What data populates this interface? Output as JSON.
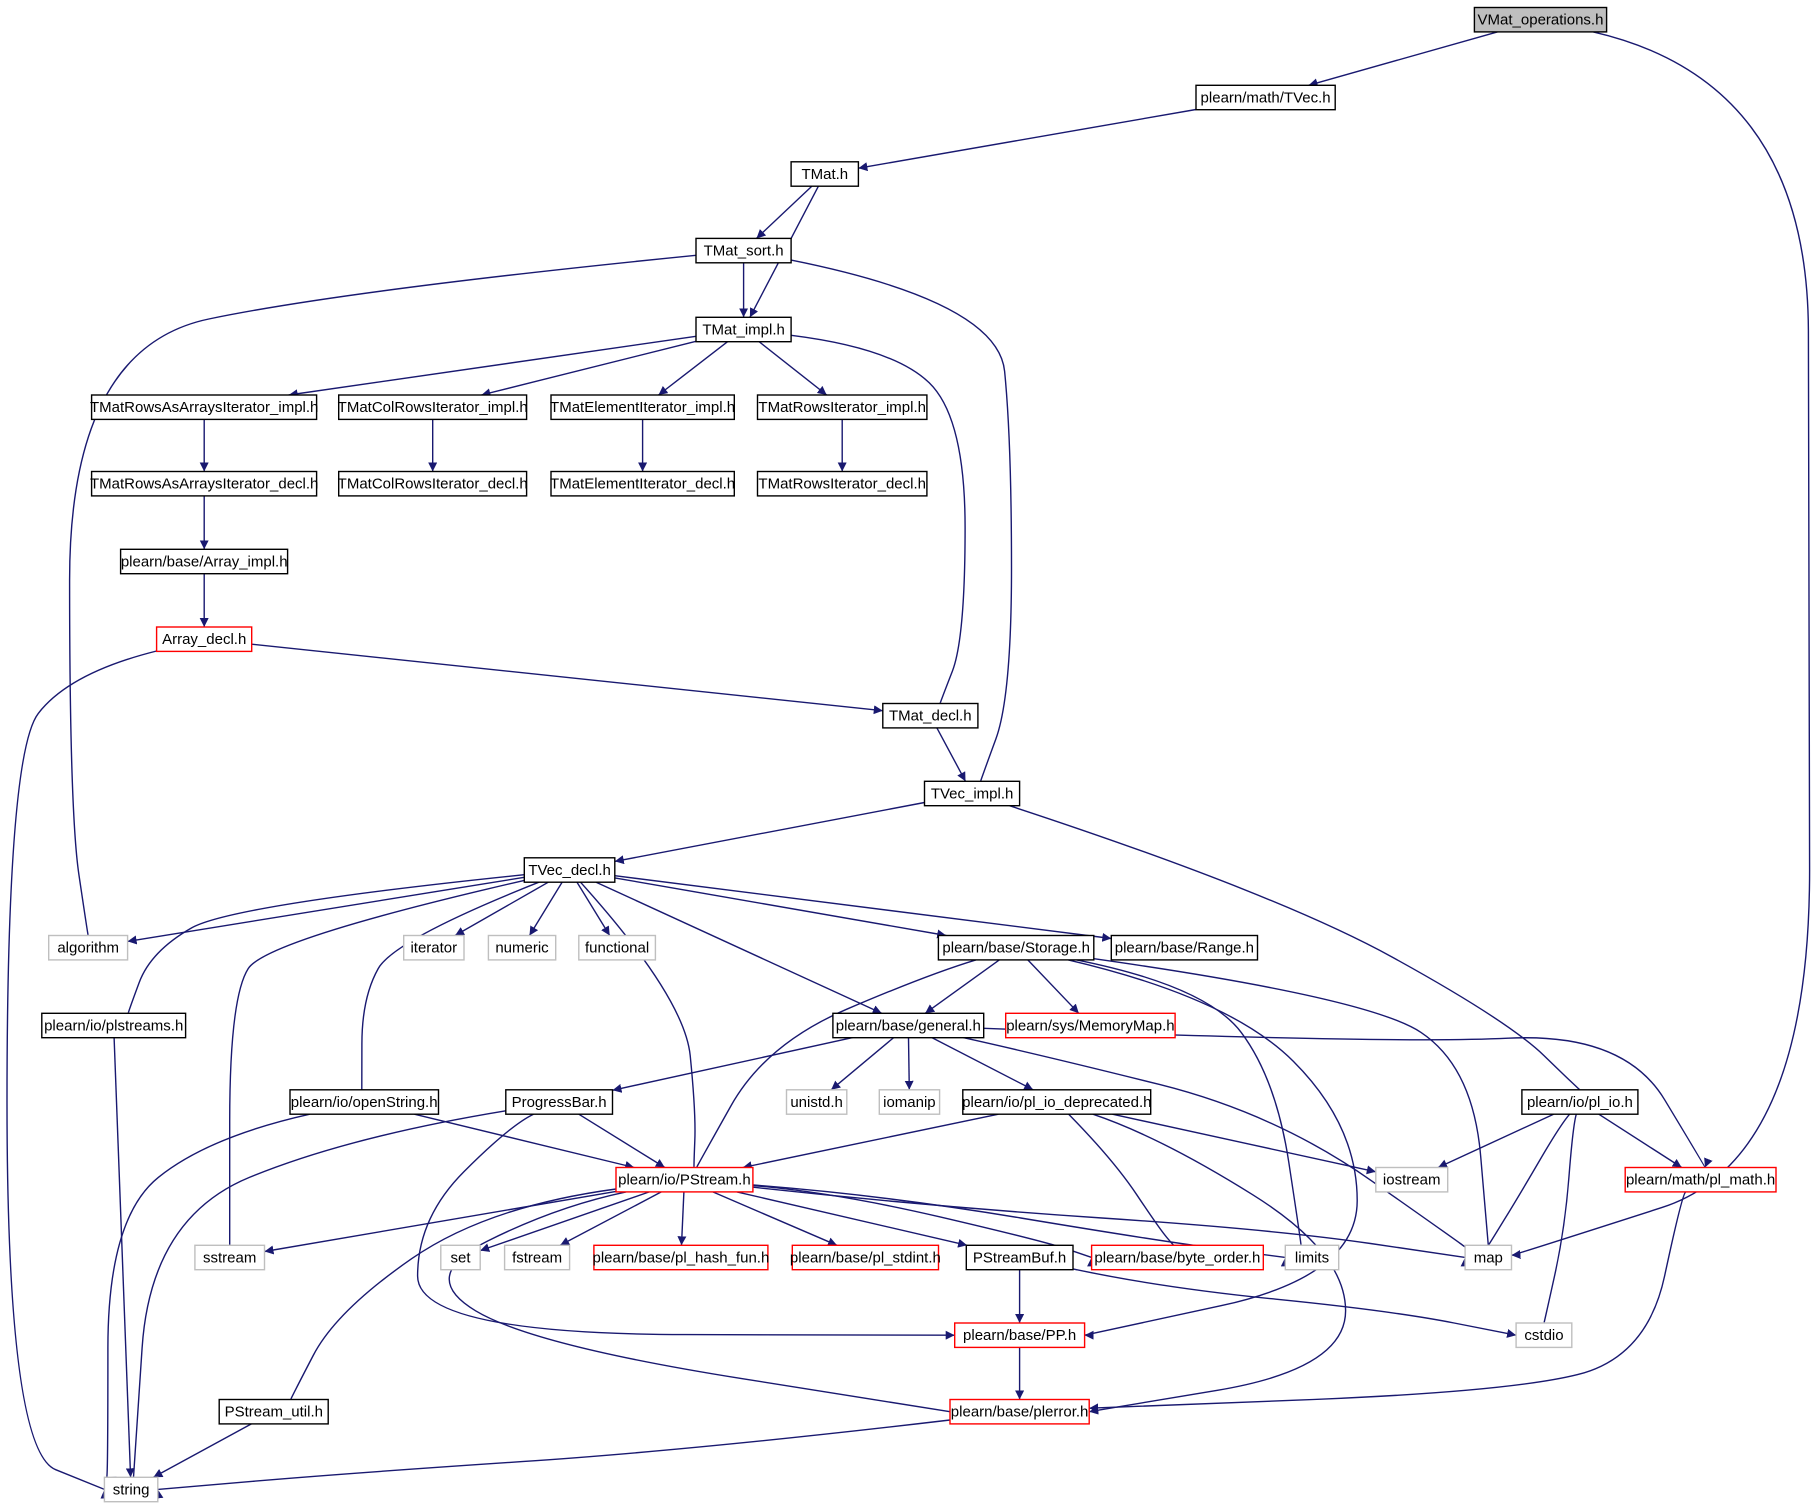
{
  "graph": {
    "nodes": [
      {
        "id": "vmat_operations",
        "label": "VMat_operations.h",
        "kind": "root"
      },
      {
        "id": "tvec_h",
        "label": "plearn/math/TVec.h",
        "kind": "normal"
      },
      {
        "id": "tmat_h",
        "label": "TMat.h",
        "kind": "normal"
      },
      {
        "id": "tmat_sort",
        "label": "TMat_sort.h",
        "kind": "normal"
      },
      {
        "id": "tmat_impl",
        "label": "TMat_impl.h",
        "kind": "normal"
      },
      {
        "id": "rowsarrays_impl",
        "label": "TMatRowsAsArraysIterator_impl.h",
        "kind": "normal"
      },
      {
        "id": "colrows_impl",
        "label": "TMatColRowsIterator_impl.h",
        "kind": "normal"
      },
      {
        "id": "element_impl",
        "label": "TMatElementIterator_impl.h",
        "kind": "normal"
      },
      {
        "id": "rows_impl",
        "label": "TMatRowsIterator_impl.h",
        "kind": "normal"
      },
      {
        "id": "rowsarrays_decl",
        "label": "TMatRowsAsArraysIterator_decl.h",
        "kind": "normal"
      },
      {
        "id": "colrows_decl",
        "label": "TMatColRowsIterator_decl.h",
        "kind": "normal"
      },
      {
        "id": "element_decl",
        "label": "TMatElementIterator_decl.h",
        "kind": "normal"
      },
      {
        "id": "rows_decl",
        "label": "TMatRowsIterator_decl.h",
        "kind": "normal"
      },
      {
        "id": "array_impl",
        "label": "plearn/base/Array_impl.h",
        "kind": "normal"
      },
      {
        "id": "array_decl",
        "label": "Array_decl.h",
        "kind": "truncated"
      },
      {
        "id": "tmat_decl",
        "label": "TMat_decl.h",
        "kind": "normal"
      },
      {
        "id": "tvec_impl",
        "label": "TVec_impl.h",
        "kind": "normal"
      },
      {
        "id": "tvec_decl",
        "label": "TVec_decl.h",
        "kind": "normal"
      },
      {
        "id": "algorithm",
        "label": "algorithm",
        "kind": "external"
      },
      {
        "id": "iterator",
        "label": "iterator",
        "kind": "external"
      },
      {
        "id": "numeric",
        "label": "numeric",
        "kind": "external"
      },
      {
        "id": "functional",
        "label": "functional",
        "kind": "external"
      },
      {
        "id": "storage",
        "label": "plearn/base/Storage.h",
        "kind": "normal"
      },
      {
        "id": "range",
        "label": "plearn/base/Range.h",
        "kind": "normal"
      },
      {
        "id": "plstreams",
        "label": "plearn/io/plstreams.h",
        "kind": "normal"
      },
      {
        "id": "general",
        "label": "plearn/base/general.h",
        "kind": "normal"
      },
      {
        "id": "memorymap",
        "label": "plearn/sys/MemoryMap.h",
        "kind": "truncated"
      },
      {
        "id": "openstring",
        "label": "plearn/io/openString.h",
        "kind": "normal"
      },
      {
        "id": "progressbar",
        "label": "ProgressBar.h",
        "kind": "normal"
      },
      {
        "id": "unistd",
        "label": "unistd.h",
        "kind": "external"
      },
      {
        "id": "iomanip",
        "label": "iomanip",
        "kind": "external"
      },
      {
        "id": "pl_io_dep",
        "label": "plearn/io/pl_io_deprecated.h",
        "kind": "normal"
      },
      {
        "id": "pl_io",
        "label": "plearn/io/pl_io.h",
        "kind": "normal"
      },
      {
        "id": "pstream",
        "label": "plearn/io/PStream.h",
        "kind": "truncated"
      },
      {
        "id": "iostream",
        "label": "iostream",
        "kind": "external"
      },
      {
        "id": "pl_math",
        "label": "plearn/math/pl_math.h",
        "kind": "truncated"
      },
      {
        "id": "sstream",
        "label": "sstream",
        "kind": "external"
      },
      {
        "id": "set",
        "label": "set",
        "kind": "external"
      },
      {
        "id": "fstream",
        "label": "fstream",
        "kind": "external"
      },
      {
        "id": "hash_fun",
        "label": "plearn/base/pl_hash_fun.h",
        "kind": "truncated"
      },
      {
        "id": "stdint",
        "label": "plearn/base/pl_stdint.h",
        "kind": "truncated"
      },
      {
        "id": "pstreambuf",
        "label": "PStreamBuf.h",
        "kind": "normal"
      },
      {
        "id": "byte_order",
        "label": "plearn/base/byte_order.h",
        "kind": "truncated"
      },
      {
        "id": "limits",
        "label": "limits",
        "kind": "external"
      },
      {
        "id": "map",
        "label": "map",
        "kind": "external"
      },
      {
        "id": "pp",
        "label": "plearn/base/PP.h",
        "kind": "truncated"
      },
      {
        "id": "cstdio",
        "label": "cstdio",
        "kind": "external"
      },
      {
        "id": "pstream_util",
        "label": "PStream_util.h",
        "kind": "normal"
      },
      {
        "id": "plerror",
        "label": "plearn/base/plerror.h",
        "kind": "truncated"
      },
      {
        "id": "string",
        "label": "string",
        "kind": "external"
      }
    ],
    "edges": [
      [
        "vmat_operations",
        "tvec_h"
      ],
      [
        "vmat_operations",
        "map"
      ],
      [
        "tvec_h",
        "tmat_h"
      ],
      [
        "tmat_h",
        "tmat_sort"
      ],
      [
        "tmat_h",
        "tmat_impl"
      ],
      [
        "tmat_sort",
        "tmat_impl"
      ],
      [
        "tmat_sort",
        "algorithm"
      ],
      [
        "tmat_sort",
        "tvec_impl"
      ],
      [
        "tmat_impl",
        "rowsarrays_impl"
      ],
      [
        "tmat_impl",
        "colrows_impl"
      ],
      [
        "tmat_impl",
        "element_impl"
      ],
      [
        "tmat_impl",
        "rows_impl"
      ],
      [
        "tmat_impl",
        "tmat_decl"
      ],
      [
        "rowsarrays_impl",
        "rowsarrays_decl"
      ],
      [
        "colrows_impl",
        "colrows_decl"
      ],
      [
        "element_impl",
        "element_decl"
      ],
      [
        "rows_impl",
        "rows_decl"
      ],
      [
        "rowsarrays_decl",
        "array_impl"
      ],
      [
        "array_impl",
        "array_decl"
      ],
      [
        "array_decl",
        "tmat_decl"
      ],
      [
        "array_decl",
        "string"
      ],
      [
        "tmat_decl",
        "tvec_impl"
      ],
      [
        "tvec_impl",
        "tvec_decl"
      ],
      [
        "tvec_impl",
        "pl_io"
      ],
      [
        "tvec_decl",
        "algorithm"
      ],
      [
        "tvec_decl",
        "iterator"
      ],
      [
        "tvec_decl",
        "numeric"
      ],
      [
        "tvec_decl",
        "functional"
      ],
      [
        "tvec_decl",
        "storage"
      ],
      [
        "tvec_decl",
        "range"
      ],
      [
        "tvec_decl",
        "plstreams"
      ],
      [
        "tvec_decl",
        "sstream"
      ],
      [
        "tvec_decl",
        "openstring"
      ],
      [
        "tvec_decl",
        "general"
      ],
      [
        "tvec_decl",
        "pstream"
      ],
      [
        "storage",
        "general"
      ],
      [
        "storage",
        "memorymap"
      ],
      [
        "storage",
        "pstream"
      ],
      [
        "storage",
        "limits"
      ],
      [
        "storage",
        "map"
      ],
      [
        "storage",
        "pp"
      ],
      [
        "plstreams",
        "string"
      ],
      [
        "general",
        "progressbar"
      ],
      [
        "general",
        "unistd"
      ],
      [
        "general",
        "iomanip"
      ],
      [
        "general",
        "pl_io_dep"
      ],
      [
        "general",
        "pl_math"
      ],
      [
        "general",
        "map"
      ],
      [
        "openstring",
        "pstream"
      ],
      [
        "openstring",
        "string"
      ],
      [
        "progressbar",
        "pstream"
      ],
      [
        "progressbar",
        "string"
      ],
      [
        "progressbar",
        "pp"
      ],
      [
        "pl_io_dep",
        "pstream"
      ],
      [
        "pl_io_dep",
        "iostream"
      ],
      [
        "pl_io_dep",
        "byte_order"
      ],
      [
        "pl_io_dep",
        "plerror"
      ],
      [
        "pl_io",
        "iostream"
      ],
      [
        "pl_io",
        "map"
      ],
      [
        "pl_io",
        "pl_math"
      ],
      [
        "pl_io",
        "cstdio"
      ],
      [
        "pl_math",
        "plerror"
      ],
      [
        "pstream",
        "sstream"
      ],
      [
        "pstream",
        "set"
      ],
      [
        "pstream",
        "fstream"
      ],
      [
        "pstream",
        "hash_fun"
      ],
      [
        "pstream",
        "stdint"
      ],
      [
        "pstream",
        "pstreambuf"
      ],
      [
        "pstream",
        "byte_order"
      ],
      [
        "pstream",
        "limits"
      ],
      [
        "pstream",
        "map"
      ],
      [
        "pstream",
        "pstream_util"
      ],
      [
        "pstream",
        "plerror"
      ],
      [
        "pstreambuf",
        "pp"
      ],
      [
        "pstreambuf",
        "cstdio"
      ],
      [
        "pp",
        "plerror"
      ],
      [
        "pstream_util",
        "string"
      ],
      [
        "plerror",
        "string"
      ]
    ],
    "colors": {
      "edge": "#191970",
      "normal_border": "#000000",
      "truncated_border": "#ff0000",
      "external_border": "#bfbfbf",
      "root_fill": "#bfbfbf",
      "fill": "#ffffff",
      "text": "#000000"
    }
  }
}
